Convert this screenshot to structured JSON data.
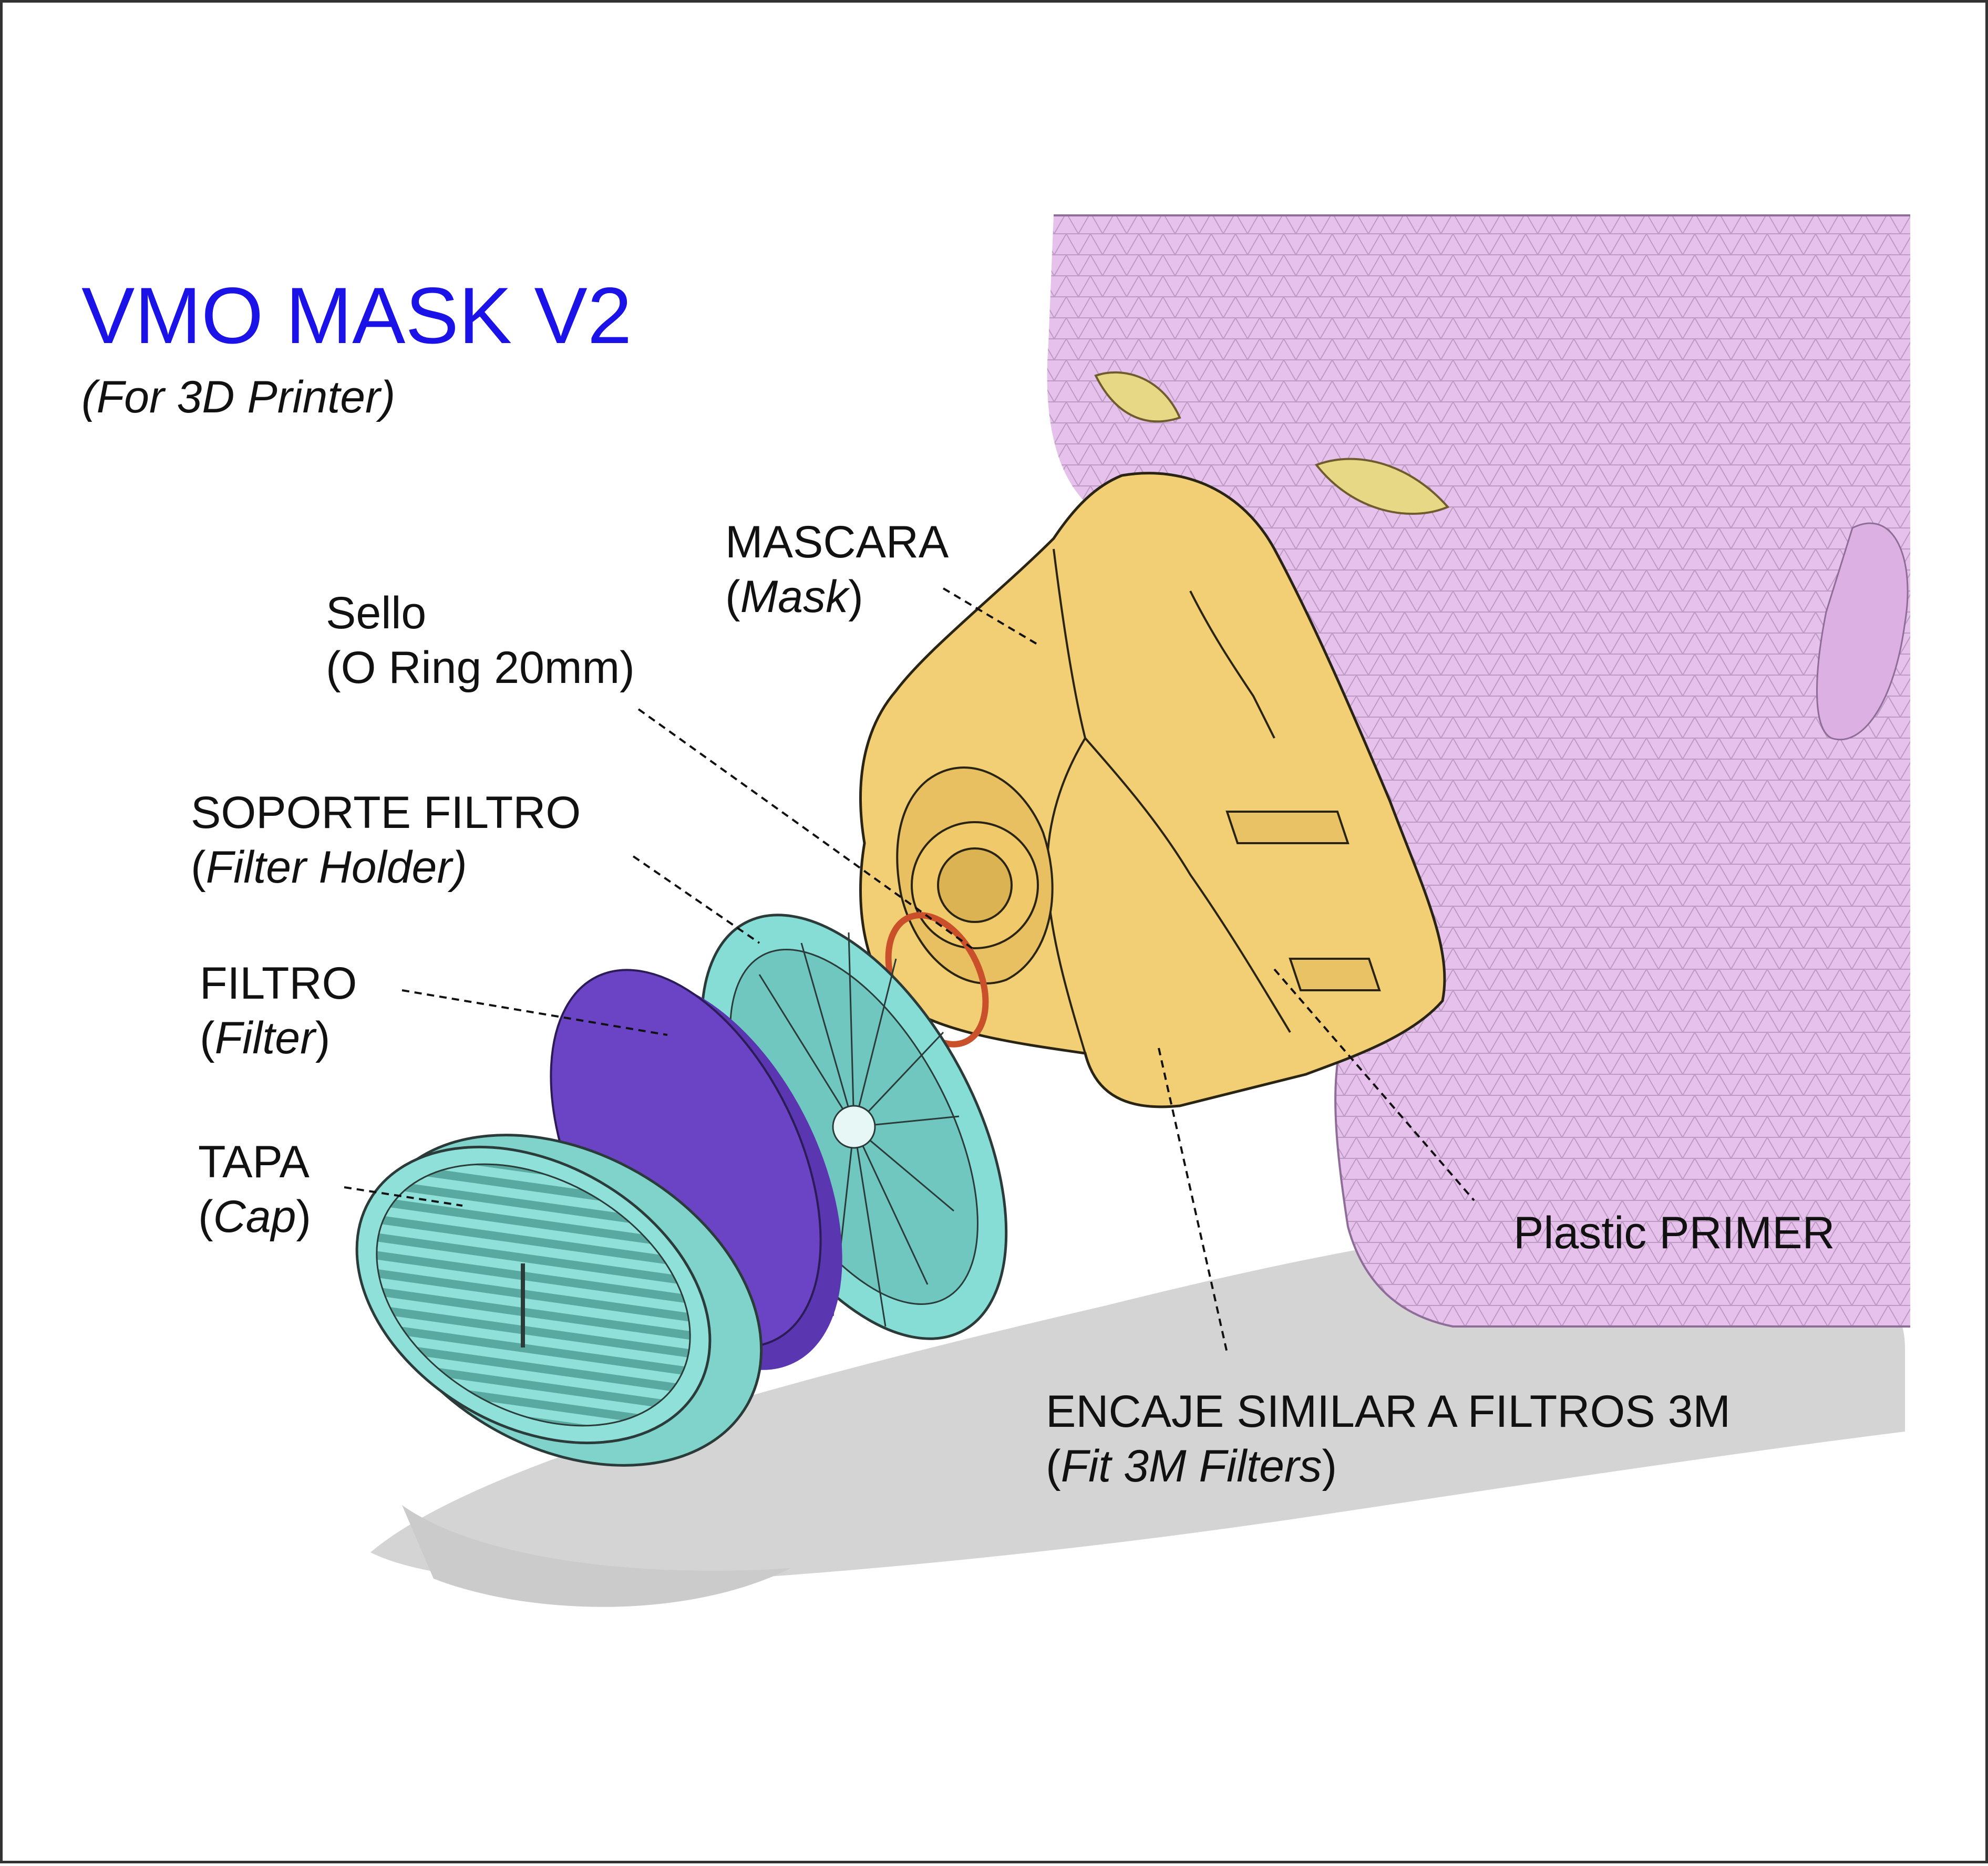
{
  "title": "VMO MASK V2",
  "subtitle": "(For 3D Printer)",
  "colors": {
    "title": "#1a12e6",
    "head": "#e6c1ec",
    "head_mesh": "#9a7aa4",
    "mask": "#f2cf74",
    "filter_holder": "#86ddd6",
    "filter": "#6a44c4",
    "cap": "#8fe0d8",
    "o_ring": "#c9502a",
    "shadow": "#d4d4d4"
  },
  "labels": {
    "mascara": {
      "line1": "MASCARA",
      "open": "(",
      "italic": "Mask",
      "close": ")"
    },
    "sello": {
      "line1": "Sello",
      "line2": "(O Ring 20mm)"
    },
    "soporte": {
      "line1": "SOPORTE FILTRO",
      "open": "(",
      "italic": "Filter Holder)"
    },
    "filtro": {
      "line1": "FILTRO",
      "open": "(",
      "italic": "Filter",
      "close": ")"
    },
    "tapa": {
      "line1": "TAPA",
      "open": "(",
      "italic": "Cap",
      "close": ")"
    },
    "primer": {
      "line1": "Plastic PRIMER"
    },
    "encaje": {
      "line1": "ENCAJE SIMILAR A FILTROS 3M",
      "open": "(",
      "italic": "Fit 3M Filters",
      "close": ")"
    }
  }
}
